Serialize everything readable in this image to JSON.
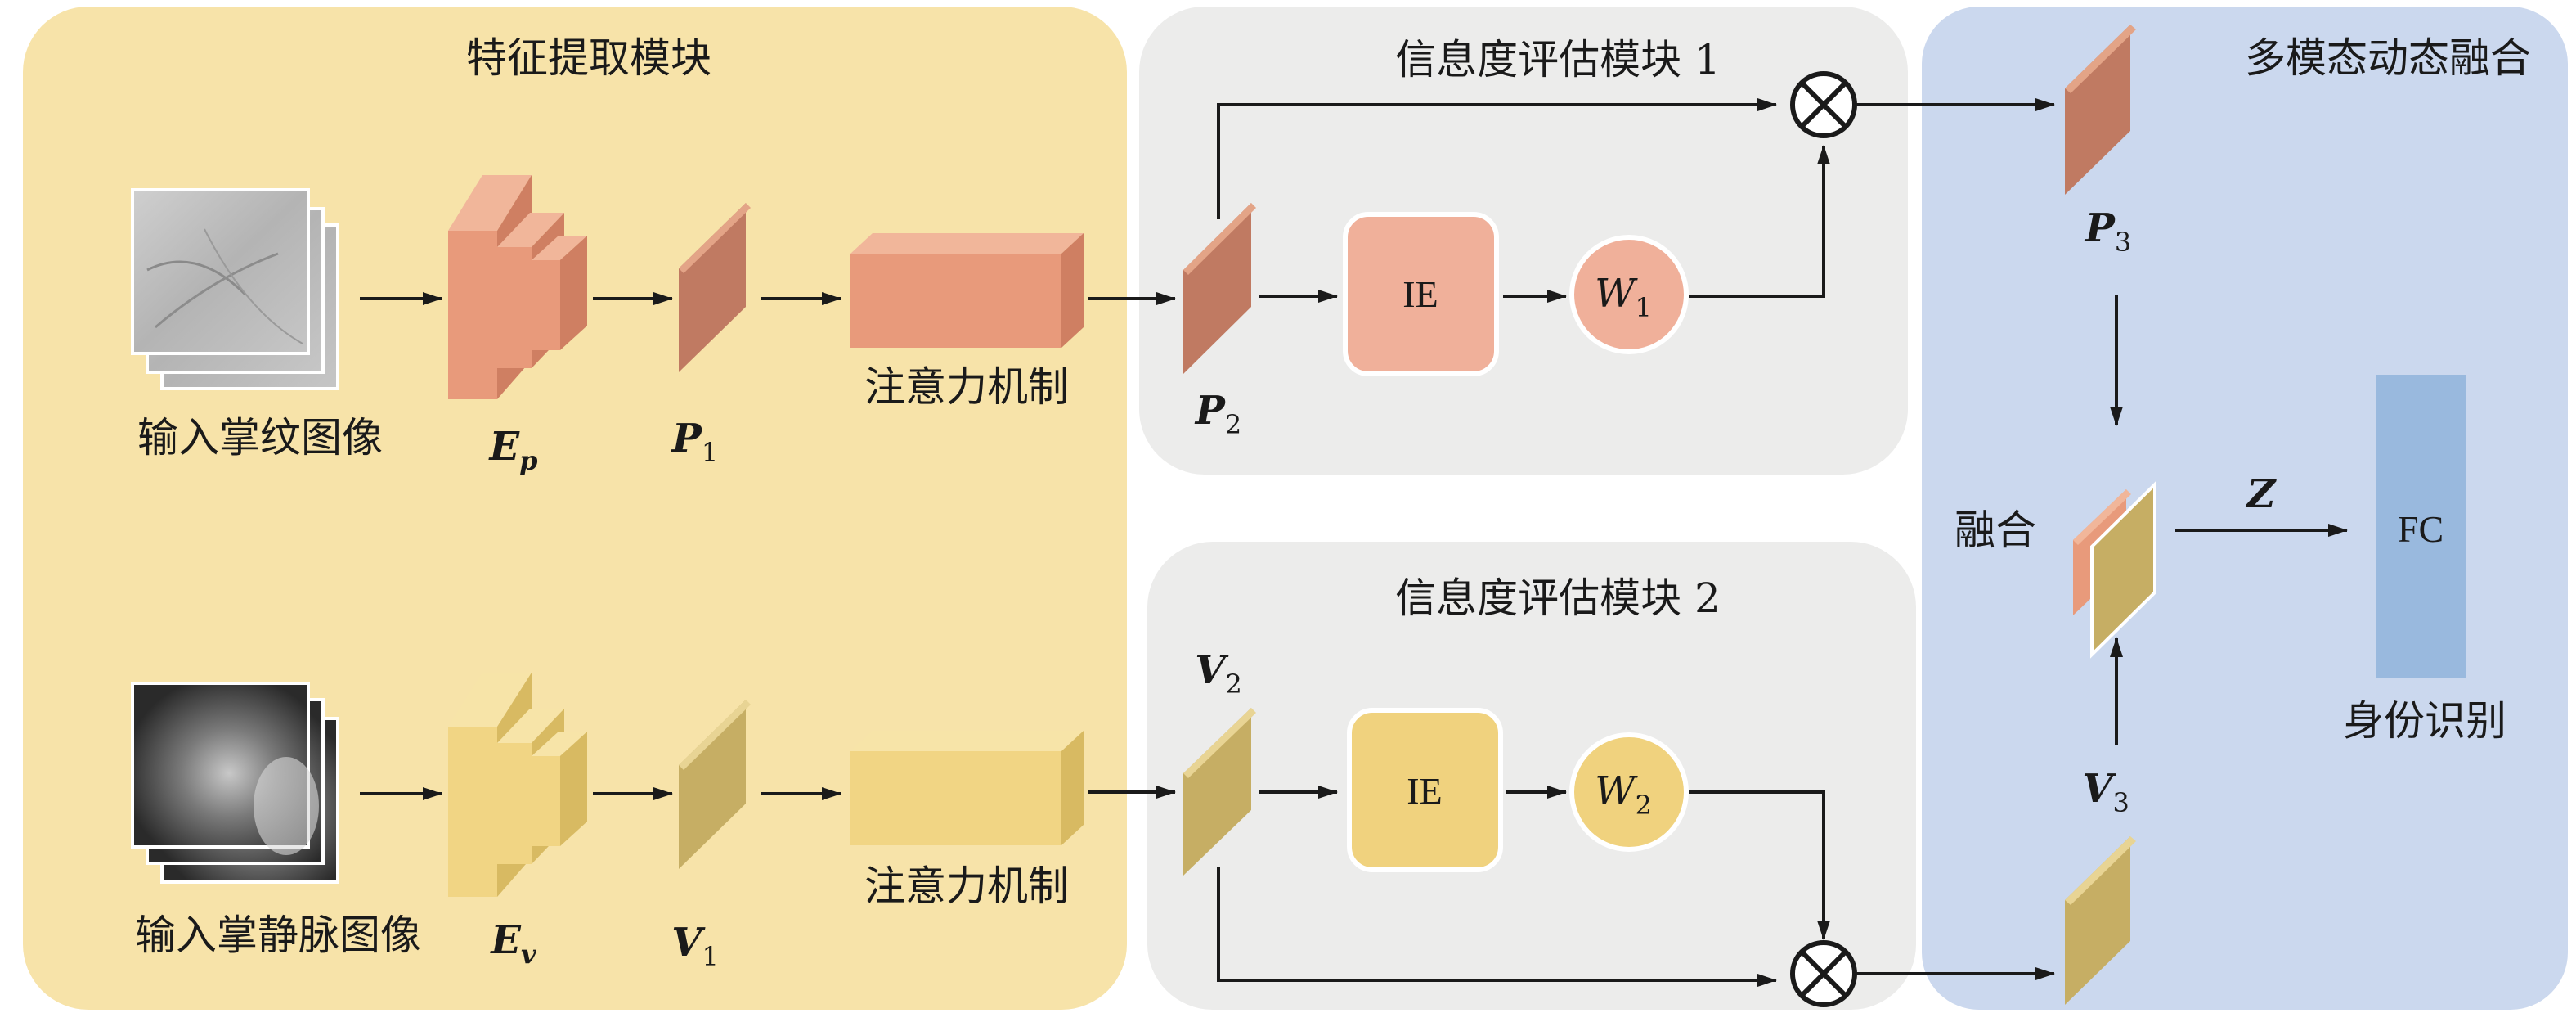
{
  "modules": {
    "feature_extraction": "特征提取模块",
    "info_eval_1": "信息度评估模块 1",
    "info_eval_2": "信息度评估模块 2",
    "fusion_module": "多模态动态融合"
  },
  "inputs": {
    "palmprint": "输入掌纹图像",
    "palmvein": "输入掌静脉图像"
  },
  "encoders": {
    "ep": {
      "main": "E",
      "sub": "p"
    },
    "ev": {
      "main": "E",
      "sub": "v"
    }
  },
  "features": {
    "p1": {
      "main": "P",
      "sub": "1"
    },
    "p2": {
      "main": "P",
      "sub": "2"
    },
    "p3": {
      "main": "P",
      "sub": "3"
    },
    "v1": {
      "main": "V",
      "sub": "1"
    },
    "v2": {
      "main": "V",
      "sub": "2"
    },
    "v3": {
      "main": "V",
      "sub": "3"
    }
  },
  "attention": {
    "top": "注意力机制",
    "bottom": "注意力机制"
  },
  "ie": {
    "top": "IE",
    "bottom": "IE"
  },
  "weights": {
    "w1": {
      "main": "W",
      "sub": "1"
    },
    "w2": {
      "main": "W",
      "sub": "2"
    }
  },
  "fusion": {
    "label": "融合",
    "z": "Z",
    "fc": "FC",
    "identity": "身份识别"
  },
  "colors": {
    "feature_panel": "#f7e3a9",
    "eval_panel": "#ececeb",
    "fusion_panel": "#cbd8ee",
    "palm_front": "#e89a7b",
    "palm_side": "#cf7f62",
    "palm_top": "#f1b69a",
    "vein_front": "#f1d584",
    "vein_side": "#d8ba62",
    "vein_top": "#f7e4a8",
    "p_feature": "#c07a62",
    "v_feature": "#c6ae64",
    "ie_palm": "#f0b09a",
    "ie_vein": "#f0d27e",
    "fc_box": "#99b9de"
  }
}
